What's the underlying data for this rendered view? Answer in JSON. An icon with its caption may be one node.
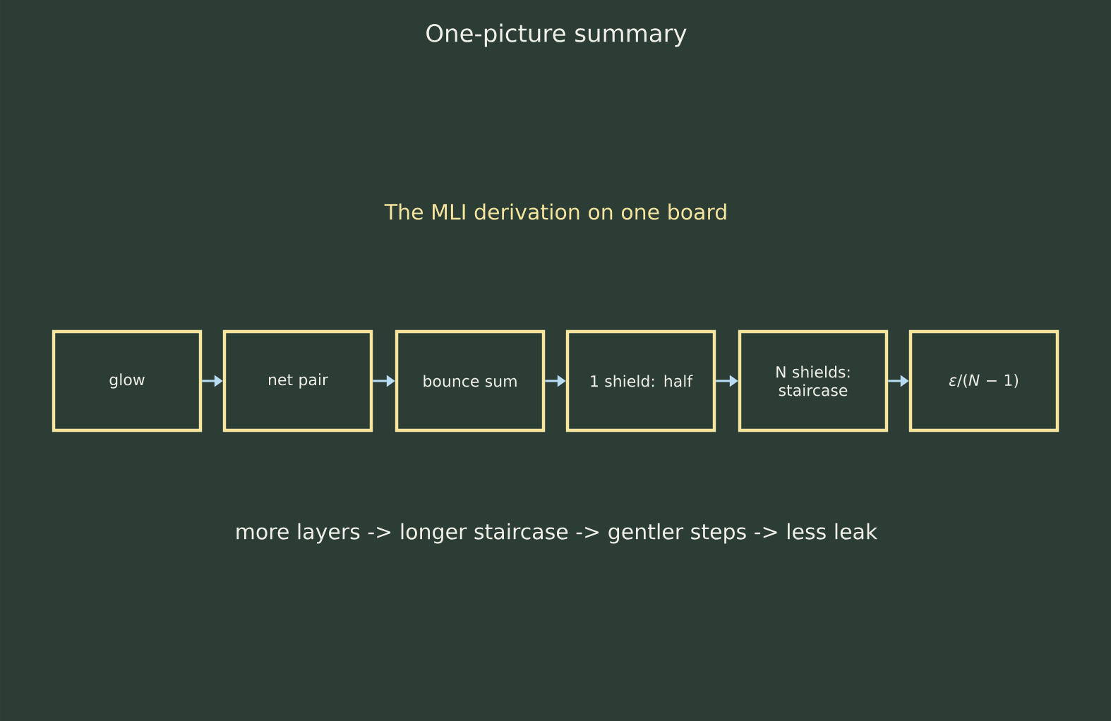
{
  "diagram": {
    "title": "One-picture summary",
    "nodes": [
      {
        "text": [
          "glow"
        ]
      },
      {
        "text": [
          "net pair"
        ]
      },
      {
        "text": [
          "bounce sum"
        ]
      },
      {
        "text": [
          "1 shield: half"
        ]
      },
      {
        "text": [
          "N shields: staircase"
        ]
      },
      {
        "text": [
          "*ε*/(*N* − 1)"
        ]
      }
    ],
    "edges": [
      {
        "from": 0,
        "to": 1,
        "arrow": "to"
      },
      {
        "from": 1,
        "to": 2,
        "arrow": "to"
      },
      {
        "from": 2,
        "to": 3,
        "arrow": "to"
      },
      {
        "from": 3,
        "to": 4,
        "arrow": "to"
      },
      {
        "from": 4,
        "to": 5,
        "arrow": "to"
      }
    ],
    "labels": [
      "The MLI derivation on one board",
      "more layers -> longer staircase -> gentler steps -> less leak"
    ]
  }
}
